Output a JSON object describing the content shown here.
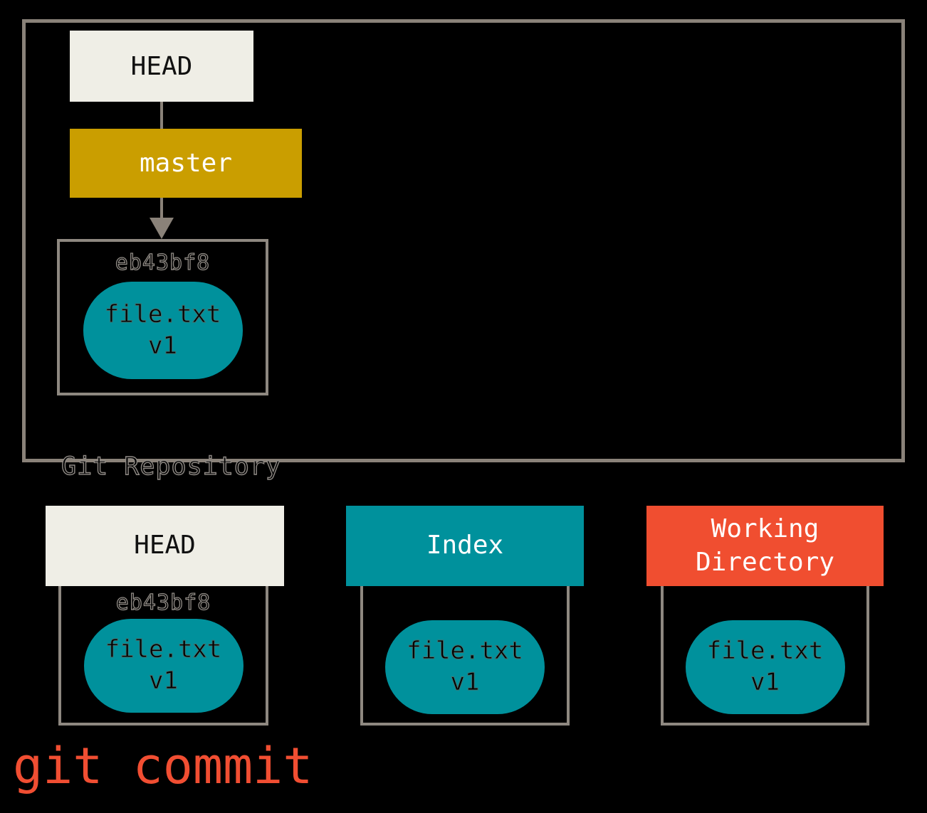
{
  "caption": "git commit",
  "repository": {
    "label": "Git Repository",
    "head": {
      "label": "HEAD"
    },
    "branch": {
      "label": "master"
    },
    "commit": {
      "id": "eb43bf8",
      "file_name": "file.txt",
      "file_version": "v1"
    }
  },
  "areas": [
    {
      "title": "HEAD",
      "commit_id": "eb43bf8",
      "file_name": "file.txt",
      "file_version": "v1"
    },
    {
      "title": "Index",
      "file_name": "file.txt",
      "file_version": "v1"
    },
    {
      "title": "Working Directory",
      "file_name": "file.txt",
      "file_version": "v1"
    }
  ],
  "colors": {
    "bg": "#000000",
    "cream": "#efeee6",
    "gold": "#ca9e00",
    "teal": "#00919c",
    "orange": "#f04e30",
    "border-outer": "#8a8279",
    "border-inner": "#8e8880",
    "arrow": "#8a8279",
    "text-dark": "#111111",
    "text-light": "#ffffff",
    "caption-color": "#f14e32"
  }
}
